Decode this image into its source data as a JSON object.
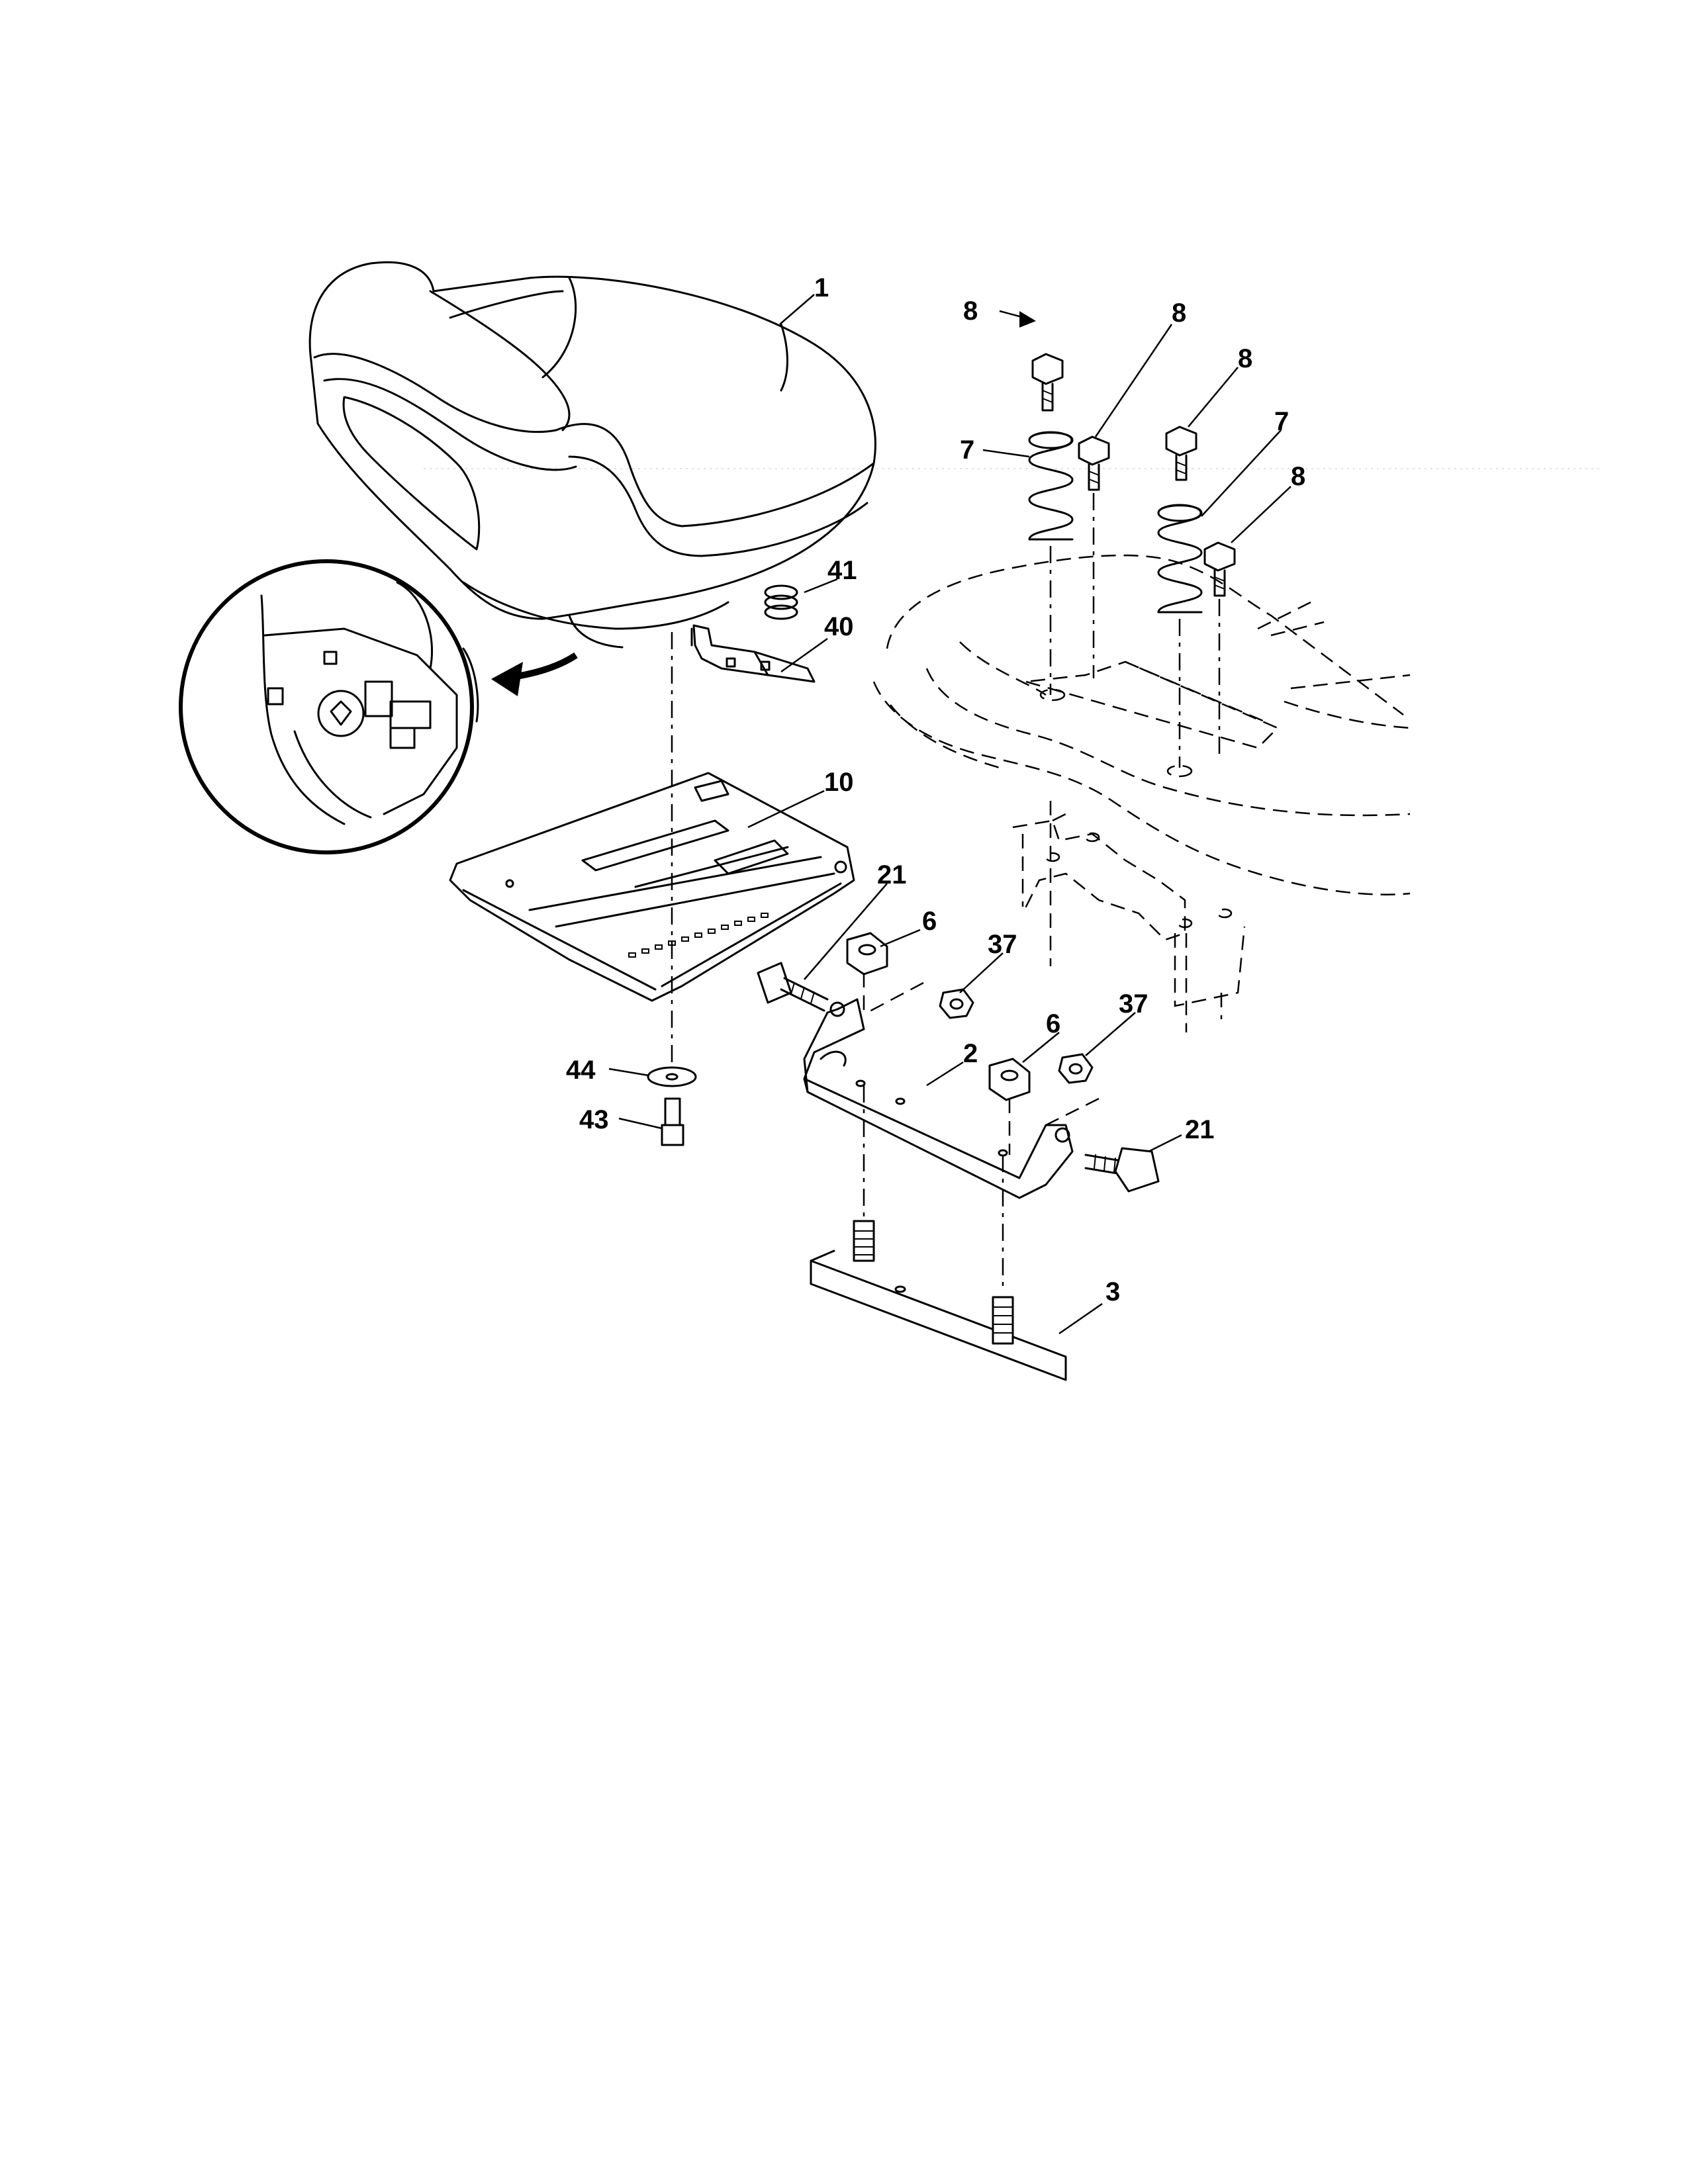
{
  "callouts": {
    "c1": "1",
    "c8a": "8",
    "c8b": "8",
    "c8c": "8",
    "c8d": "8",
    "c7a": "7",
    "c7b": "7",
    "c41": "41",
    "c40": "40",
    "c10": "10",
    "c21a": "21",
    "c6a": "6",
    "c37a": "37",
    "c2": "2",
    "c6b": "6",
    "c37b": "37",
    "c21b": "21",
    "c44": "44",
    "c43": "43",
    "c3": "3"
  },
  "colors": {
    "ink": "#000000",
    "paper": "#ffffff"
  }
}
